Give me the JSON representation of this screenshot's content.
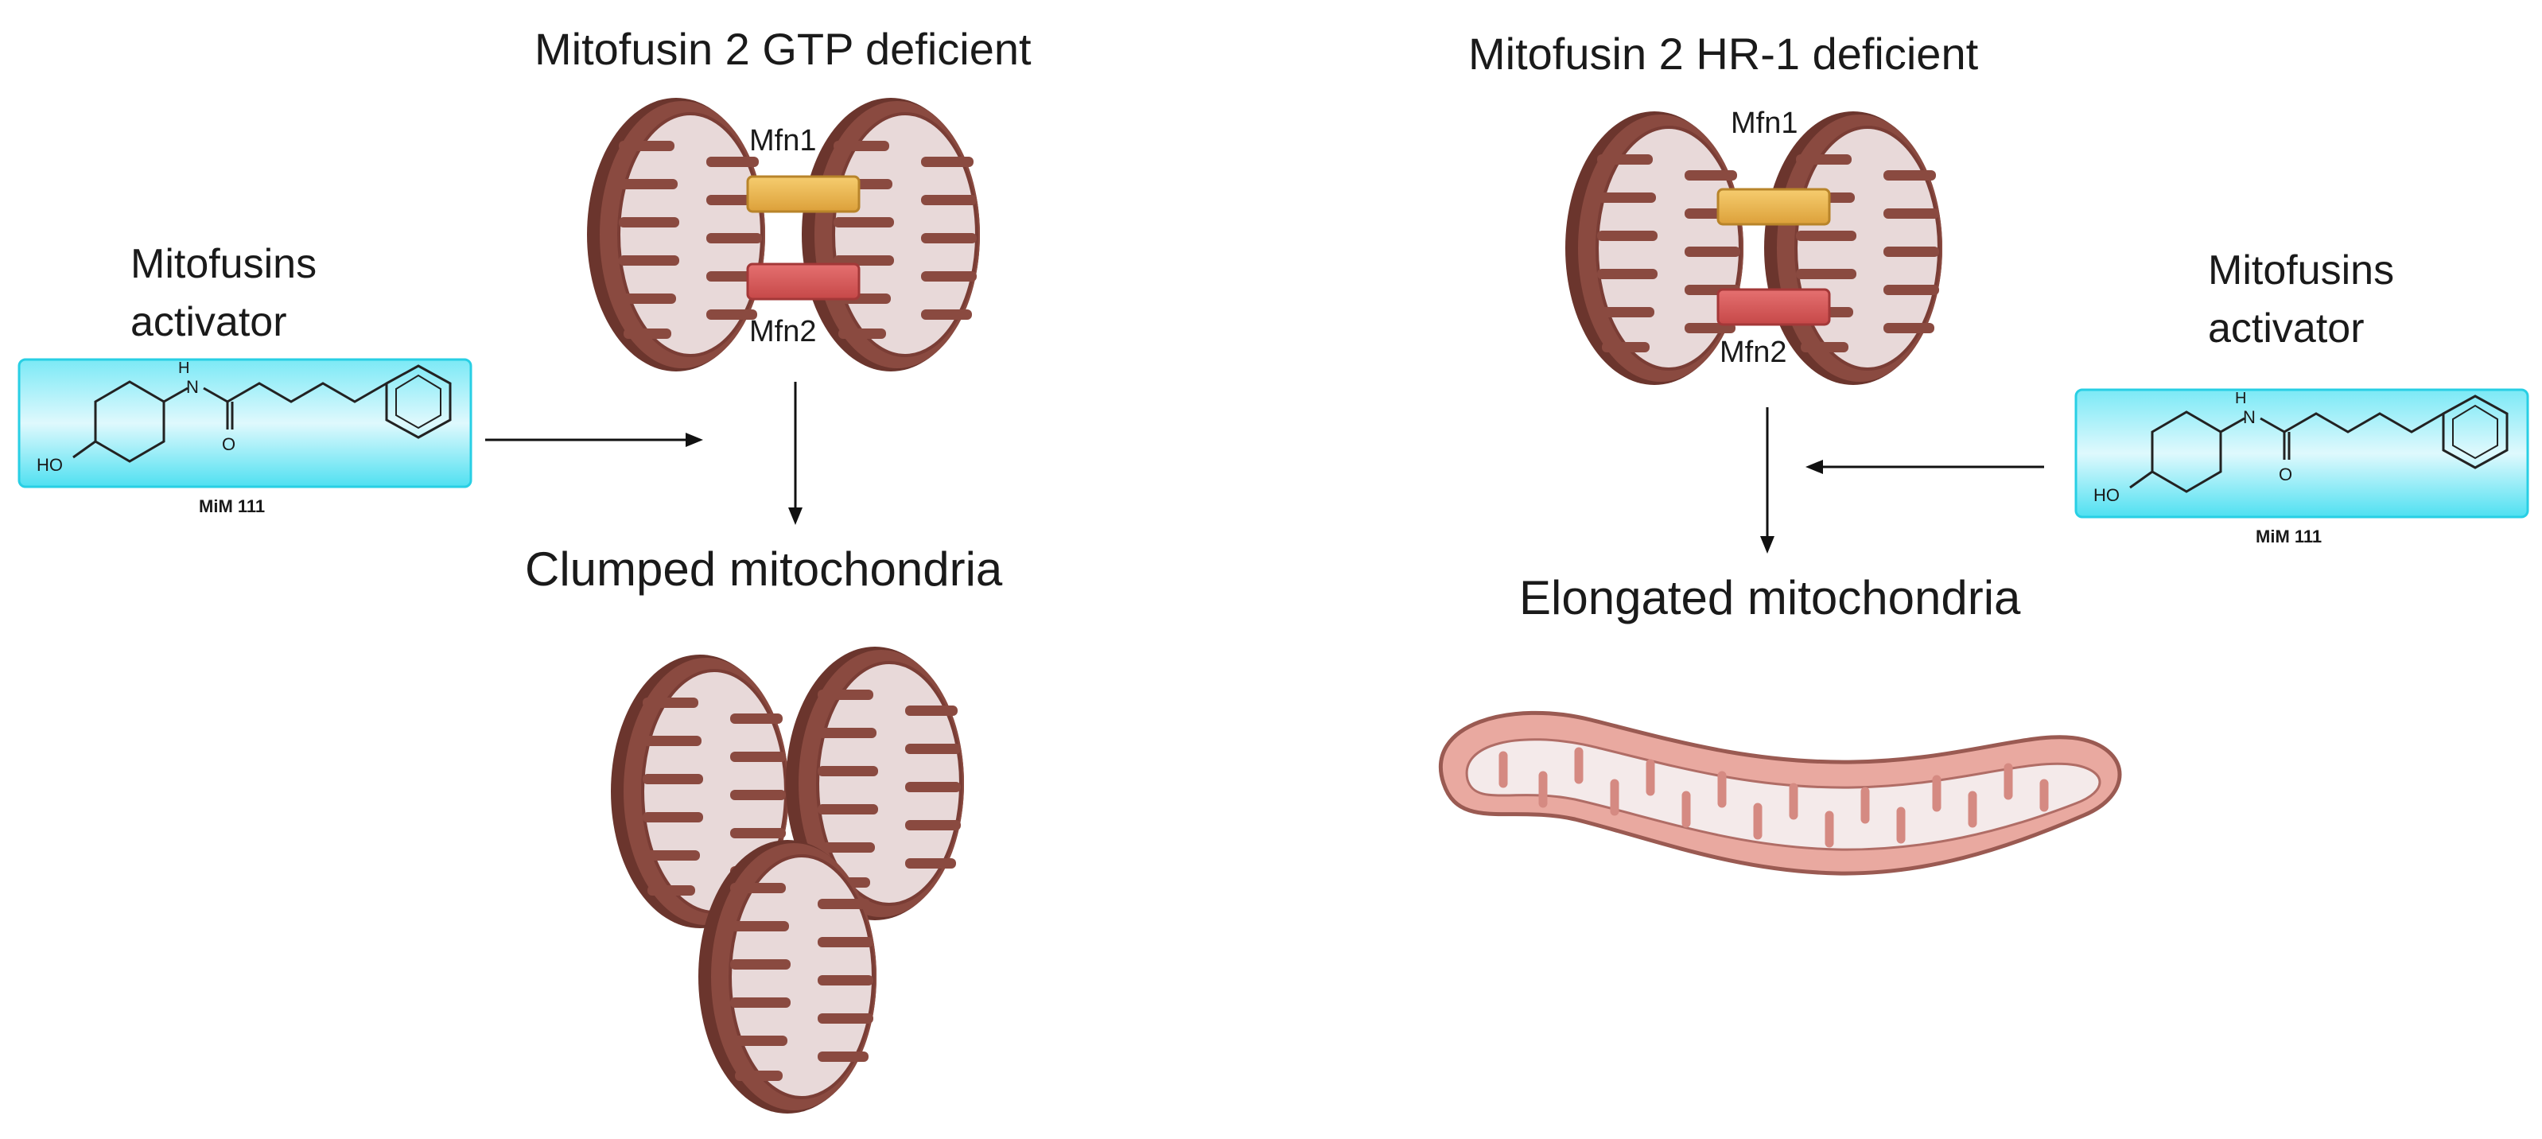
{
  "left": {
    "title": "Mitofusin 2 GTP deficient",
    "mfn1": "Mfn1",
    "mfn2": "Mfn2",
    "activator_label": "Mitofusins activator",
    "molecule_name": "MiM 111",
    "molecule_ho": "HO",
    "molecule_n": "N",
    "molecule_h": "H",
    "molecule_o": "O",
    "result": "Clumped mitochondria"
  },
  "right": {
    "title": "Mitofusin 2 HR-1 deficient",
    "mfn1": "Mfn1",
    "mfn2": "Mfn2",
    "activator_label": "Mitofusins activator",
    "molecule_name": "MiM 111",
    "molecule_ho": "HO",
    "molecule_n": "N",
    "molecule_h": "H",
    "molecule_o": "O",
    "result": "Elongated  mitochondria"
  },
  "colors": {
    "outer_membrane": "#8a4a40",
    "outer_dark": "#6b352d",
    "matrix": "#e6d6d6",
    "mfn1_bar": "#eab24c",
    "mfn2_bar": "#d85a5a",
    "molecule_box": "#33d9ee",
    "elongated": "#e9a9a0"
  }
}
